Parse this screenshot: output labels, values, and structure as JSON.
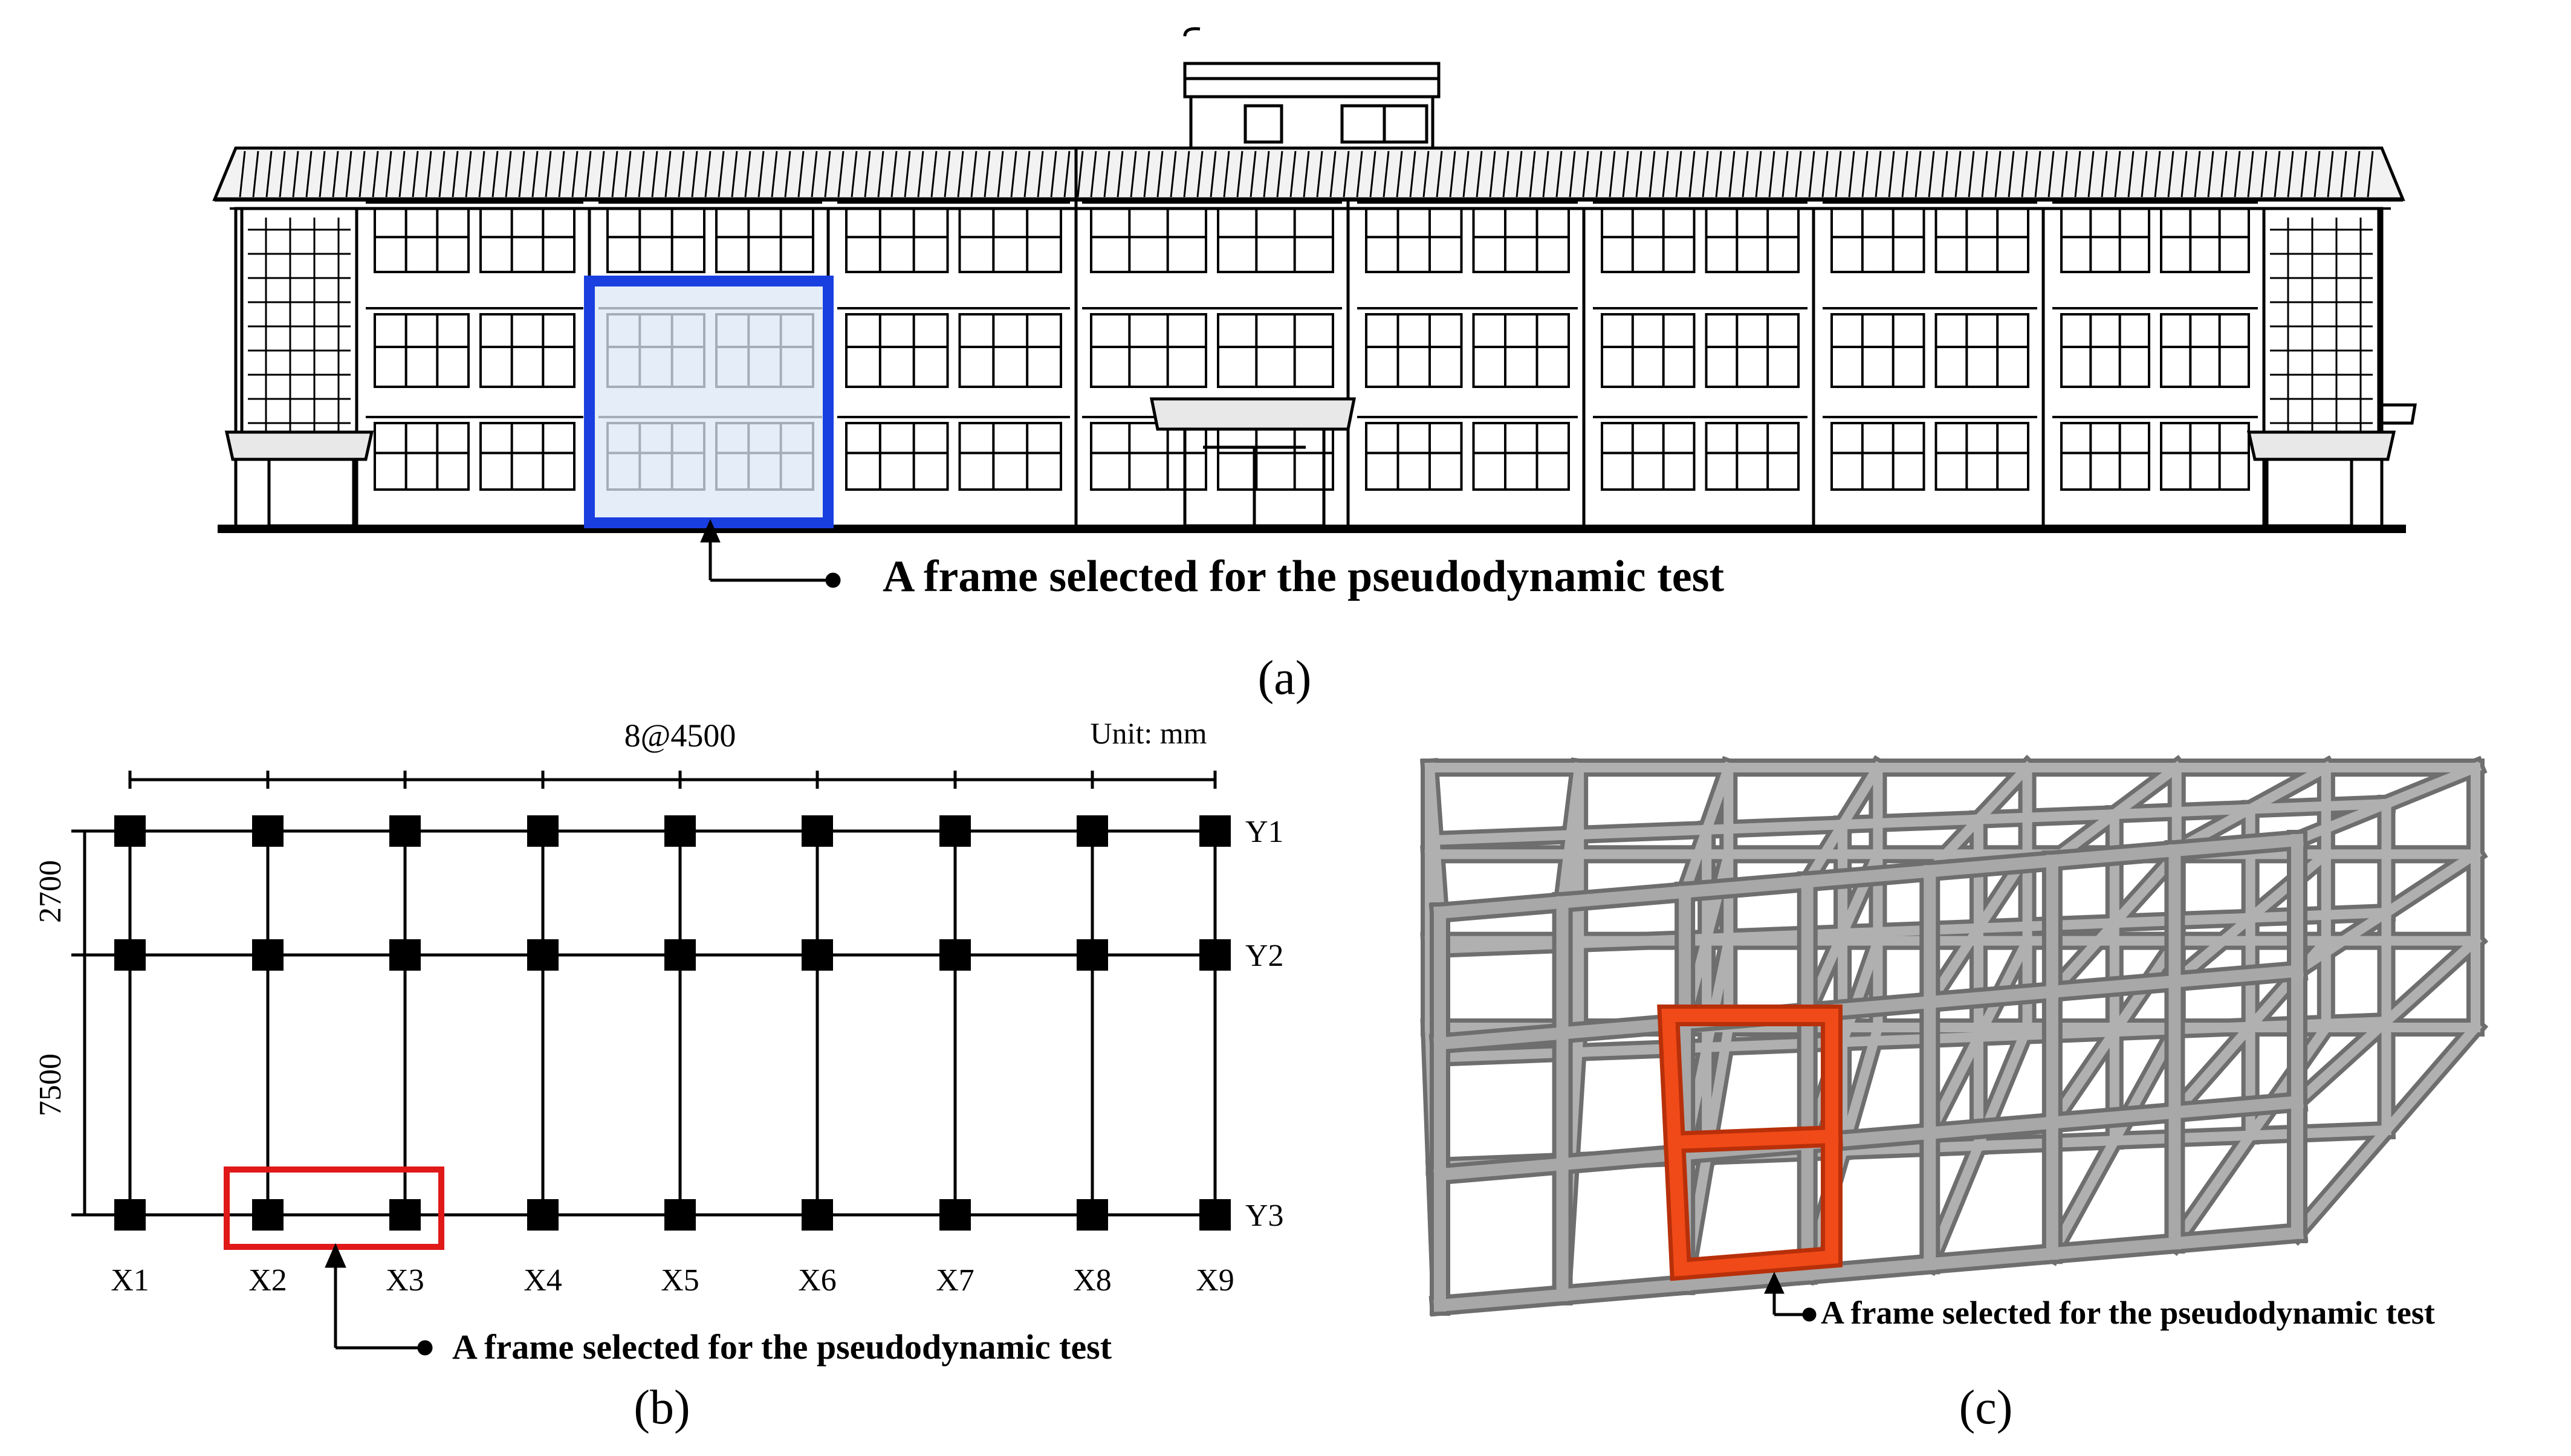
{
  "panel_a": {
    "callout": "A frame selected for the pseudodynamic test",
    "label": "(a)"
  },
  "panel_b": {
    "dimension_top": "8@4500",
    "unit": "Unit: mm",
    "dimension_y_upper": "2700",
    "dimension_y_lower": "7500",
    "x_axes": [
      "X1",
      "X2",
      "X3",
      "X4",
      "X5",
      "X6",
      "X7",
      "X8",
      "X9"
    ],
    "y_axes": [
      "Y1",
      "Y2",
      "Y3"
    ],
    "callout": "A frame selected for the pseudodynamic test",
    "label": "(b)"
  },
  "panel_c": {
    "callout": "A frame selected for the pseudodynamic test",
    "label": "(c)"
  },
  "colors": {
    "highlight_a": "#1a3fe0",
    "highlight_a_fill": "#dce8f5",
    "highlight_b": "#e01818",
    "highlight_c": "#f04a18",
    "frame_gray": "#9a9a9a"
  }
}
